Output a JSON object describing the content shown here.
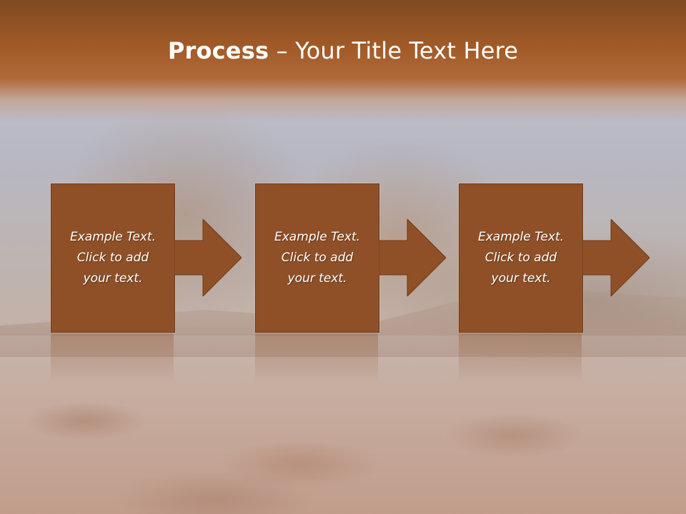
{
  "slide": {
    "title_bold": "Process",
    "title_separator": " – ",
    "title_rest": "Your Title Text Here"
  },
  "steps": [
    {
      "text": "Example Text.\nClick  to add\nyour text."
    },
    {
      "text": "Example Text.\nClick  to add\nyour text."
    },
    {
      "text": "Example Text.\nClick  to add\nyour text."
    }
  ],
  "colors": {
    "header": "#a25b28",
    "box_fill": "#8f5028",
    "text": "#ffffff"
  }
}
